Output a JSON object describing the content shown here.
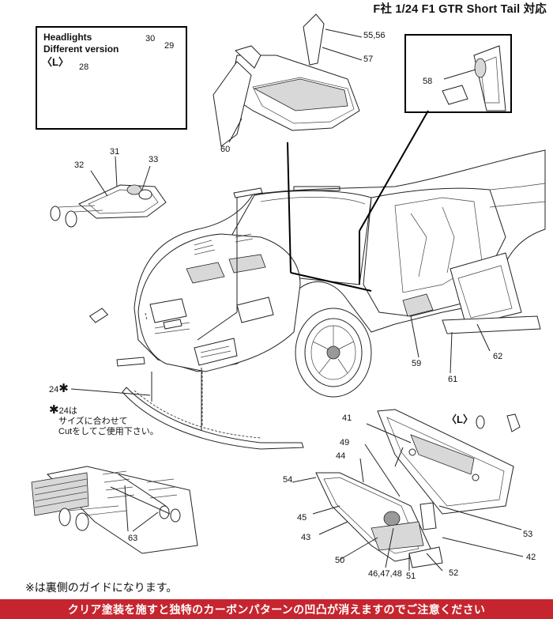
{
  "header": {
    "title": "F社 1/24 F1 GTR Short Tail 対応"
  },
  "headlights_box": {
    "title_line1": "Headlights",
    "title_line2": "Different version",
    "side": "〈L〉",
    "labels": [
      "28",
      "30",
      "29"
    ]
  },
  "callouts": {
    "p31": "31",
    "p32": "32",
    "p33": "33",
    "p55_56": "55,56",
    "p57": "57",
    "p58": "58",
    "p60": "60",
    "p24": "24",
    "p59": "59",
    "p61": "61",
    "p62": "62",
    "p63": "63",
    "p41": "41",
    "p49": "49",
    "p44": "44",
    "p54": "54",
    "p45": "45",
    "p43": "43",
    "p50": "50",
    "p46_48": "46,47,48",
    "p51": "51",
    "p52": "52",
    "p42": "42",
    "p53": "53",
    "side_l": "〈L〉"
  },
  "notes": {
    "star_symbol": "✱",
    "note24_line1": "24は",
    "note24_line2": "サイズに合わせて",
    "note24_line3": "Cutをしてご使用下さい。",
    "back_guide": "※は裏側のガイドになります。"
  },
  "banner": {
    "text": "クリア塗装を施すと独特のカーボンパターンの凹凸が消えますのでご注意ください"
  },
  "colors": {
    "banner_bg": "#c6252f",
    "banner_text": "#ffffff",
    "line": "#222222"
  }
}
